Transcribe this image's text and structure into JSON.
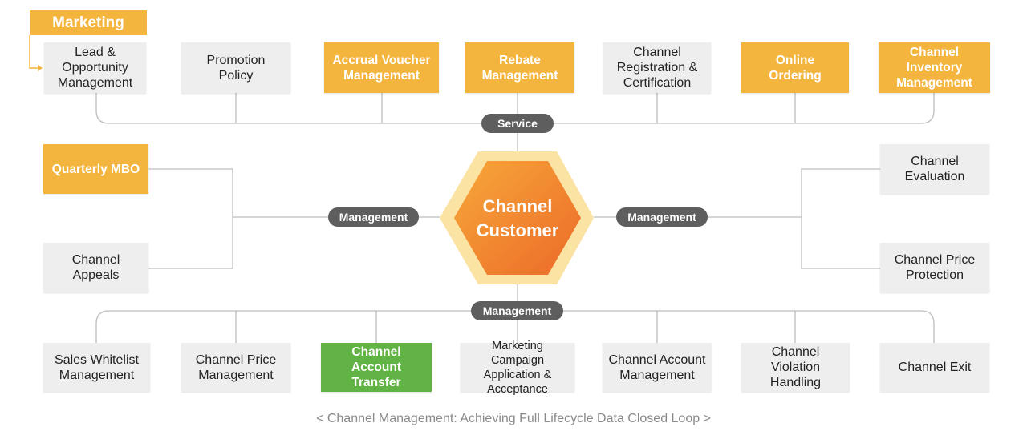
{
  "diagram": {
    "tag_label": "Marketing",
    "center_label": "Channel\nCustomer",
    "caption": "< Channel Management: Achieving Full Lifecycle Data Closed Loop >",
    "pills": {
      "top": "Service",
      "left": "Management",
      "right": "Management",
      "bottom": "Management"
    },
    "top_row": [
      {
        "label": "Lead &\nOpportunity\nManagement",
        "style": "gray"
      },
      {
        "label": "Promotion\nPolicy",
        "style": "gray"
      },
      {
        "label": "Accrual Voucher\nManagement",
        "style": "orange"
      },
      {
        "label": "Rebate\nManagement",
        "style": "orange"
      },
      {
        "label": "Channel\nRegistration &\nCertification",
        "style": "gray"
      },
      {
        "label": "Online\nOrdering",
        "style": "orange"
      },
      {
        "label": "Channel Inventory\nManagement",
        "style": "orange"
      }
    ],
    "left_column": [
      {
        "label": "Quarterly MBO",
        "style": "orange"
      },
      {
        "label": "Channel\nAppeals",
        "style": "gray"
      }
    ],
    "right_column": [
      {
        "label": "Channel\nEvaluation",
        "style": "gray"
      },
      {
        "label": "Channel Price\nProtection",
        "style": "gray"
      }
    ],
    "bottom_row": [
      {
        "label": "Sales Whitelist\nManagement",
        "style": "gray"
      },
      {
        "label": "Channel Price\nManagement",
        "style": "gray"
      },
      {
        "label": "Channel Account\nTransfer",
        "style": "green"
      },
      {
        "label": "Marketing Campaign\nApplication &\nAcceptance",
        "style": "gray"
      },
      {
        "label": "Channel Account\nManagement",
        "style": "gray"
      },
      {
        "label": "Channel Violation\nHandling",
        "style": "gray"
      },
      {
        "label": "Channel Exit",
        "style": "gray"
      }
    ]
  },
  "colors": {
    "orange": "#f4b53e",
    "green": "#62b346",
    "gray_box": "#eeeeee",
    "pill": "#5e5e5e",
    "hex_gradient_start": "#f7a83a",
    "hex_gradient_end": "#ec6a28",
    "hex_halo": "#fbe3a4",
    "connector": "#bdbdbd"
  }
}
